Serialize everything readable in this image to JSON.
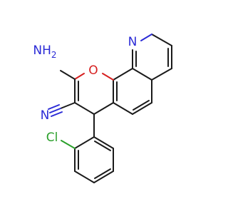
{
  "labels": {
    "amine": "NH",
    "amine_sub": "2",
    "ring_oxygen": "O",
    "ring_nitrogen": "N",
    "nitrile_n": "N",
    "chlorine": "Cl"
  },
  "colors": {
    "bond": "#1a1a1a",
    "nitrogen": "#2b2bd6",
    "oxygen": "#d62020",
    "chlorine": "#2ba02b"
  }
}
